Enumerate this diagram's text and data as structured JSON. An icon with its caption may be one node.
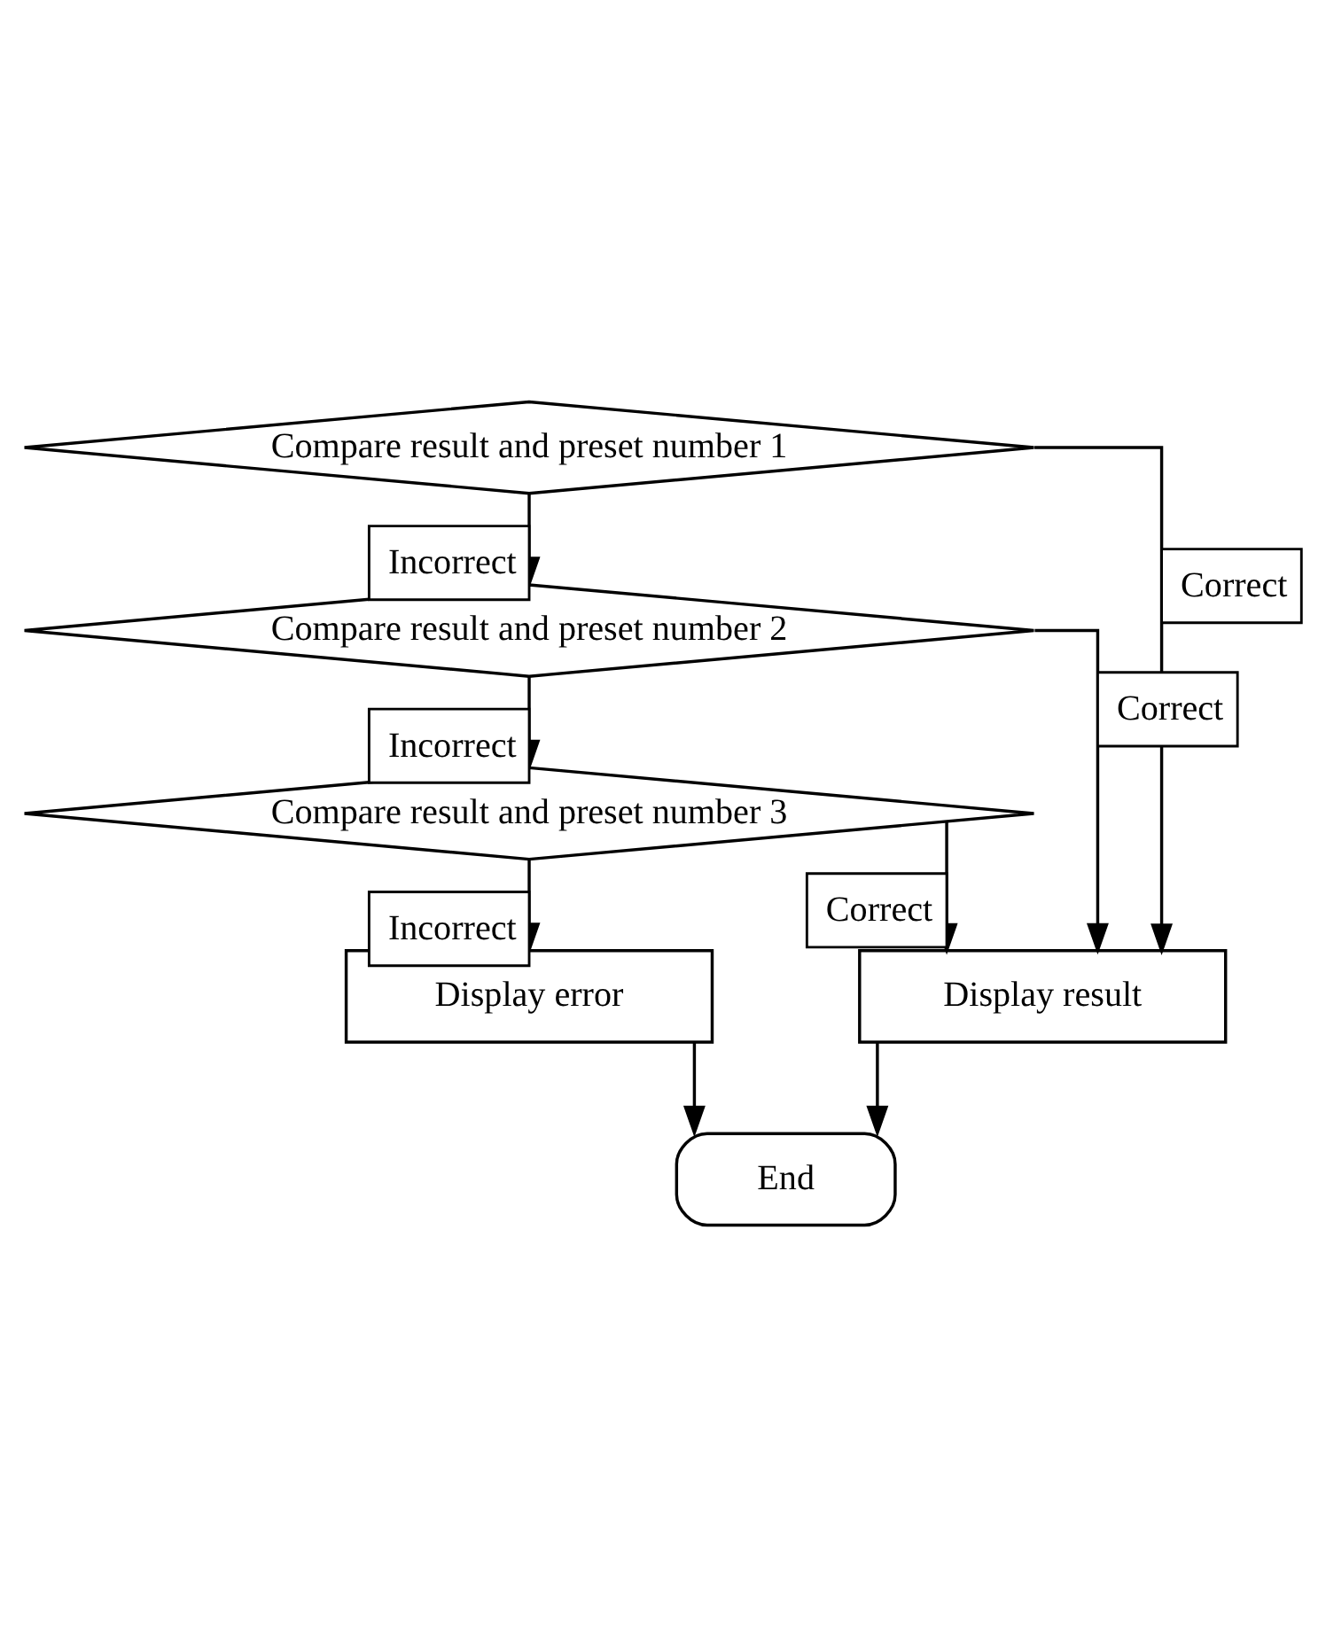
{
  "diagram": {
    "nodes": [
      {
        "text": [
          "Compare result and preset number 1"
        ]
      },
      {
        "text": [
          "Compare result and preset number 2"
        ]
      },
      {
        "text": [
          "Compare result and preset number 3"
        ]
      },
      {
        "text": [
          "Display error"
        ]
      },
      {
        "text": [
          "Display result"
        ]
      },
      {
        "text": [
          "End"
        ]
      }
    ],
    "edges": [
      {
        "from": 0,
        "to": 1,
        "arrow": "to",
        "label": "Incorrect"
      },
      {
        "from": 0,
        "to": 4,
        "arrow": "to",
        "label": "Correct"
      },
      {
        "from": 1,
        "to": 2,
        "arrow": "to",
        "label": "Incorrect"
      },
      {
        "from": 1,
        "to": 4,
        "arrow": "to",
        "label": "Correct"
      },
      {
        "from": 2,
        "to": 3,
        "arrow": "to",
        "label": "Incorrect"
      },
      {
        "from": 2,
        "to": 4,
        "arrow": "to",
        "label": "Correct"
      },
      {
        "from": 3,
        "to": 5,
        "arrow": "to"
      },
      {
        "from": 4,
        "to": 5,
        "arrow": "to"
      }
    ]
  }
}
